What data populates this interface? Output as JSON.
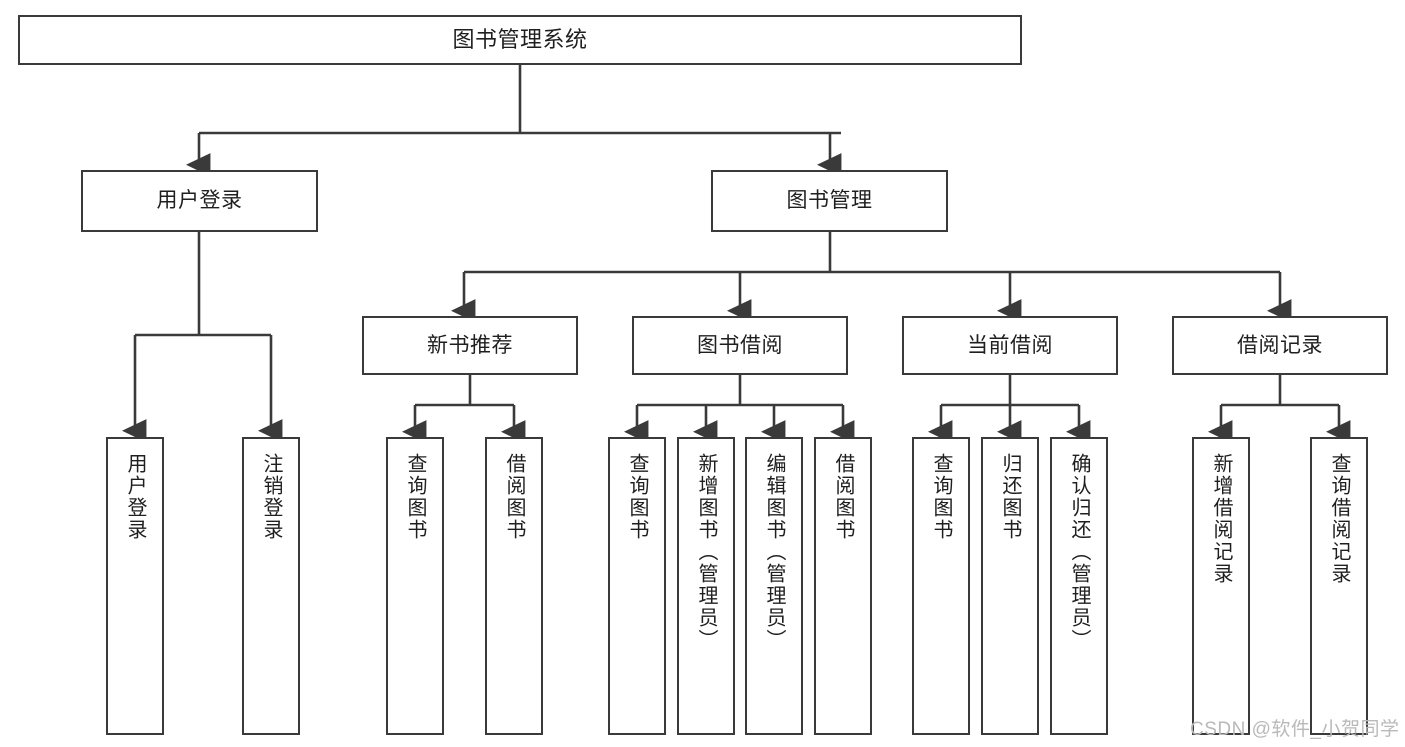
{
  "diagram": {
    "title": "图书管理系统",
    "type": "tree-hierarchy",
    "watermark": "CSDN @软件_小贺同学",
    "colors": {
      "background": "#ffffff",
      "box_border": "#3a3a3a",
      "box_fill": "#ffffff",
      "text": "#1f1f1f",
      "edge": "#3a3a3a",
      "watermark": "#b9b9b9"
    },
    "nodes": {
      "root": {
        "label": "图书管理系统"
      },
      "level2": [
        {
          "id": "user-login",
          "label": "用户登录"
        },
        {
          "id": "book-manage",
          "label": "图书管理"
        }
      ],
      "level3": [
        {
          "id": "new-book-rec",
          "label": "新书推荐"
        },
        {
          "id": "book-borrow",
          "label": "图书借阅"
        },
        {
          "id": "current-borrow",
          "label": "当前借阅"
        },
        {
          "id": "borrow-record",
          "label": "借阅记录"
        }
      ],
      "leaves": [
        {
          "id": "leaf-user-login",
          "label": "用户登录",
          "parent": "user-login"
        },
        {
          "id": "leaf-user-logout",
          "label": "注销登录",
          "parent": "user-login"
        },
        {
          "id": "leaf-query-book-1",
          "label": "查询图书",
          "parent": "new-book-rec"
        },
        {
          "id": "leaf-borrow-book-1",
          "label": "借阅图书",
          "parent": "new-book-rec"
        },
        {
          "id": "leaf-query-book-2",
          "label": "查询图书",
          "parent": "book-borrow"
        },
        {
          "id": "leaf-add-book",
          "label": "新增图书（管理员）",
          "parent": "book-borrow"
        },
        {
          "id": "leaf-edit-book",
          "label": "编辑图书（管理员）",
          "parent": "book-borrow"
        },
        {
          "id": "leaf-borrow-book-2",
          "label": "借阅图书",
          "parent": "book-borrow"
        },
        {
          "id": "leaf-query-book-3",
          "label": "查询图书",
          "parent": "current-borrow"
        },
        {
          "id": "leaf-return-book",
          "label": "归还图书",
          "parent": "current-borrow"
        },
        {
          "id": "leaf-confirm-return",
          "label": "确认归还（管理员）",
          "parent": "current-borrow"
        },
        {
          "id": "leaf-add-record",
          "label": "新增借阅记录",
          "parent": "borrow-record"
        },
        {
          "id": "leaf-query-record",
          "label": "查询借阅记录",
          "parent": "borrow-record"
        }
      ]
    }
  }
}
